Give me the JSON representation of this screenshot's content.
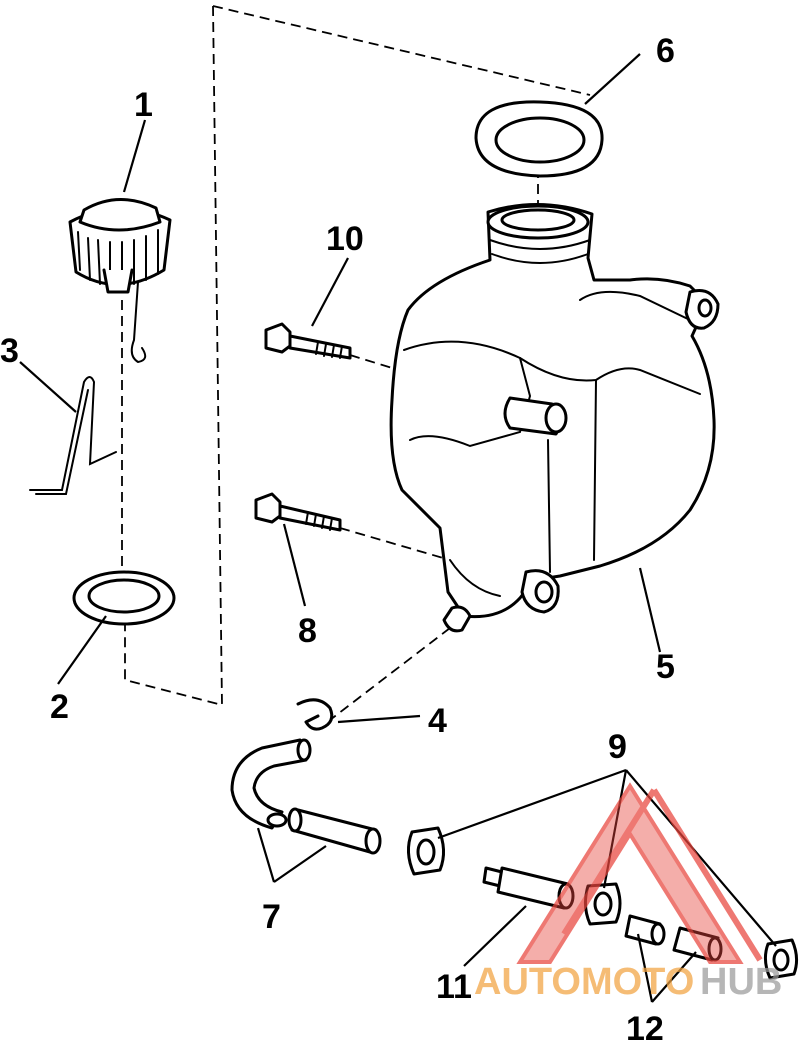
{
  "callouts": {
    "c1": "1",
    "c2": "2",
    "c3": "3",
    "c4": "4",
    "c5": "5",
    "c6": "6",
    "c7": "7",
    "c8": "8",
    "c9": "9",
    "c10": "10",
    "c11": "11",
    "c12": "12"
  },
  "watermark": {
    "text_auto": "AUTOMOTO",
    "text_hub": "HUB",
    "accent_color": "#e8453c",
    "secondary_color": "#f2a341",
    "hub_color": "#9a9a9a"
  }
}
